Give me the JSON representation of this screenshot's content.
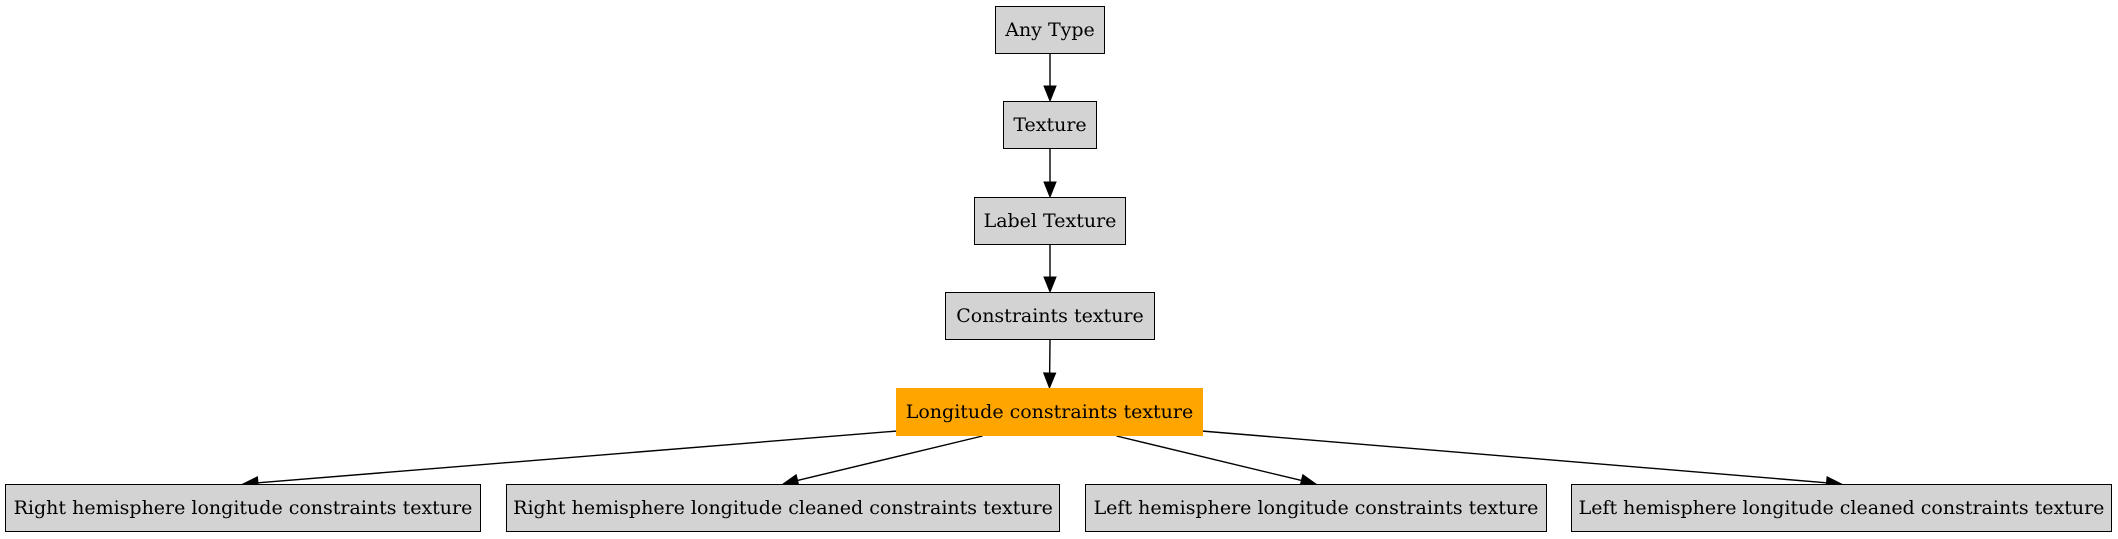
{
  "diagram": {
    "type": "inheritance-graph",
    "colors": {
      "node_fill": "#d3d3d3",
      "highlight_fill": "#ffa500",
      "border": "#000000",
      "edge": "#000000",
      "background": "#ffffff"
    },
    "nodes": [
      {
        "id": "any_type",
        "label": "Any Type",
        "highlight": false
      },
      {
        "id": "texture",
        "label": "Texture",
        "highlight": false
      },
      {
        "id": "label_texture",
        "label": "Label Texture",
        "highlight": false
      },
      {
        "id": "constraints_texture",
        "label": "Constraints texture",
        "highlight": false
      },
      {
        "id": "longitude_constraints_texture",
        "label": "Longitude constraints texture",
        "highlight": true
      },
      {
        "id": "right_hemi_lon_constraints",
        "label": "Right hemisphere longitude constraints texture",
        "highlight": false
      },
      {
        "id": "right_hemi_lon_cleaned",
        "label": "Right hemisphere longitude cleaned constraints texture",
        "highlight": false
      },
      {
        "id": "left_hemi_lon_constraints",
        "label": "Left hemisphere longitude constraints texture",
        "highlight": false
      },
      {
        "id": "left_hemi_lon_cleaned",
        "label": "Left hemisphere longitude cleaned constraints texture",
        "highlight": false
      }
    ],
    "edges": [
      {
        "from": "any_type",
        "to": "texture"
      },
      {
        "from": "texture",
        "to": "label_texture"
      },
      {
        "from": "label_texture",
        "to": "constraints_texture"
      },
      {
        "from": "constraints_texture",
        "to": "longitude_constraints_texture"
      },
      {
        "from": "longitude_constraints_texture",
        "to": "right_hemi_lon_constraints"
      },
      {
        "from": "longitude_constraints_texture",
        "to": "right_hemi_lon_cleaned"
      },
      {
        "from": "longitude_constraints_texture",
        "to": "left_hemi_lon_constraints"
      },
      {
        "from": "longitude_constraints_texture",
        "to": "left_hemi_lon_cleaned"
      }
    ]
  }
}
